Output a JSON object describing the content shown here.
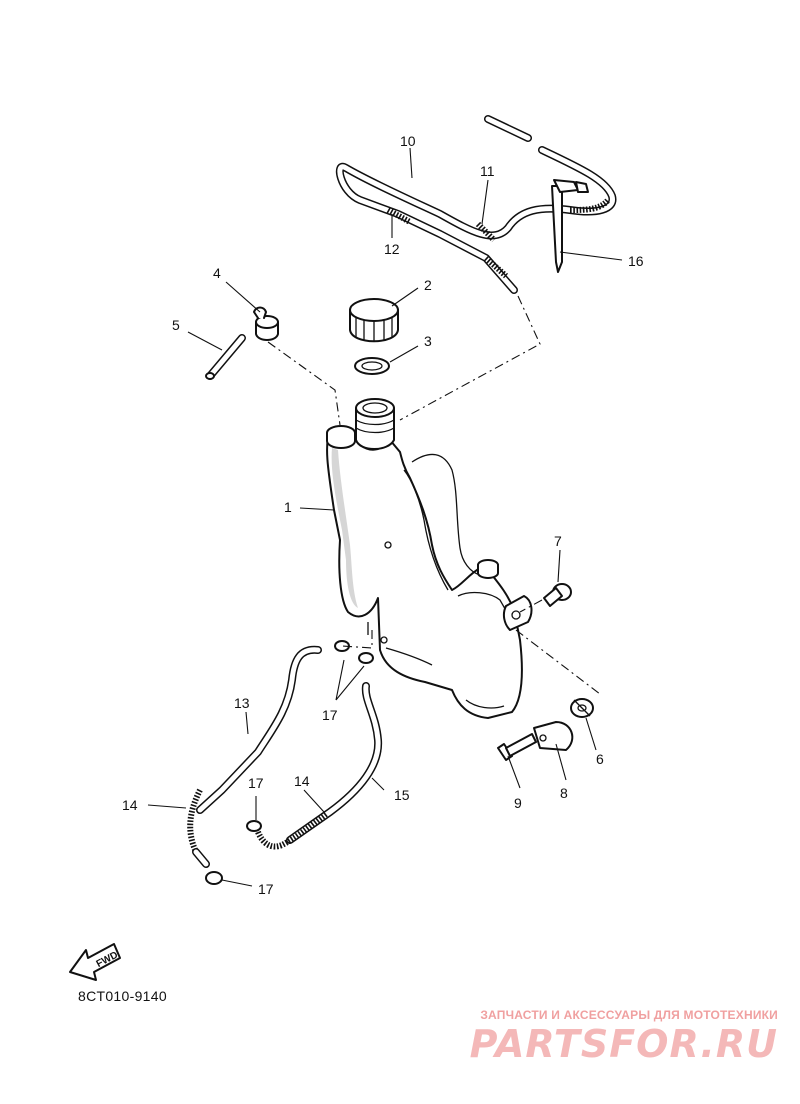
{
  "diagram": {
    "code": "8CT010-9140",
    "fwd_label": "FWD",
    "callouts": [
      {
        "id": "1",
        "label": "1"
      },
      {
        "id": "2",
        "label": "2"
      },
      {
        "id": "3",
        "label": "3"
      },
      {
        "id": "4",
        "label": "4"
      },
      {
        "id": "5",
        "label": "5"
      },
      {
        "id": "6",
        "label": "6"
      },
      {
        "id": "7",
        "label": "7"
      },
      {
        "id": "8",
        "label": "8"
      },
      {
        "id": "9",
        "label": "9"
      },
      {
        "id": "10",
        "label": "10"
      },
      {
        "id": "11",
        "label": "11"
      },
      {
        "id": "12",
        "label": "12"
      },
      {
        "id": "13",
        "label": "13"
      },
      {
        "id": "14a",
        "label": "14"
      },
      {
        "id": "14b",
        "label": "14"
      },
      {
        "id": "15",
        "label": "15"
      },
      {
        "id": "16",
        "label": "16"
      },
      {
        "id": "17a",
        "label": "17"
      },
      {
        "id": "17b",
        "label": "17"
      },
      {
        "id": "17c",
        "label": "17"
      }
    ]
  },
  "watermark": {
    "caption": "ЗАПЧАСТИ И АКСЕССУАРЫ ДЛЯ МОТОТЕХНИКИ",
    "logo": "PARTSFOR.RU"
  }
}
